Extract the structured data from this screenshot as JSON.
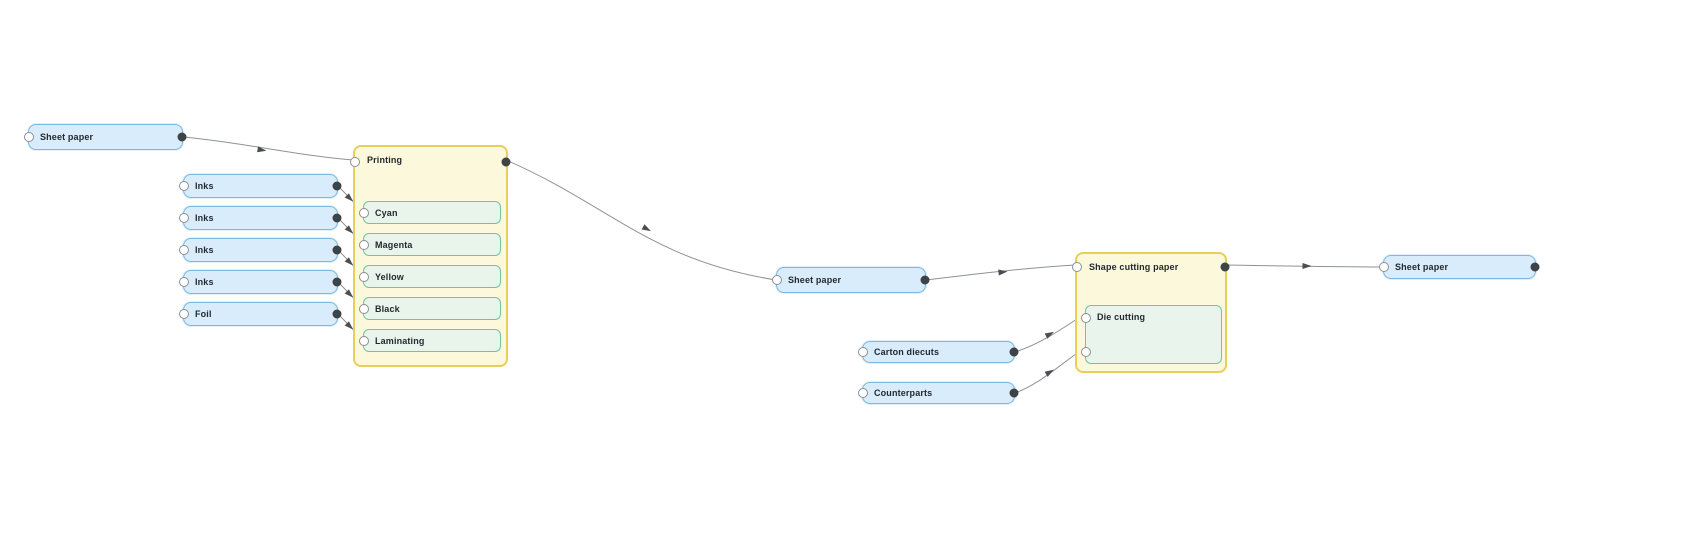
{
  "diagram": {
    "nodes": {
      "sheet_paper_1": "Sheet paper",
      "inks_1": "Inks",
      "inks_2": "Inks",
      "inks_3": "Inks",
      "inks_4": "Inks",
      "foil": "Foil",
      "printing": "Printing",
      "cyan": "Cyan",
      "magenta": "Magenta",
      "yellow": "Yellow",
      "black": "Black",
      "laminating": "Laminating",
      "sheet_paper_2": "Sheet paper",
      "carton_diecuts": "Carton diecuts",
      "counterparts": "Counterparts",
      "shape_cutting": "Shape cutting paper",
      "die_cutting": "Die cutting",
      "sheet_paper_3": "Sheet paper"
    },
    "edges": [
      {
        "from": "sheet_paper_1",
        "to": "printing"
      },
      {
        "from": "inks_1",
        "to": "cyan"
      },
      {
        "from": "inks_2",
        "to": "magenta"
      },
      {
        "from": "inks_3",
        "to": "yellow"
      },
      {
        "from": "inks_4",
        "to": "black"
      },
      {
        "from": "foil",
        "to": "laminating"
      },
      {
        "from": "printing",
        "to": "sheet_paper_2"
      },
      {
        "from": "sheet_paper_2",
        "to": "shape_cutting"
      },
      {
        "from": "carton_diecuts",
        "to": "die_cutting"
      },
      {
        "from": "counterparts",
        "to": "die_cutting"
      },
      {
        "from": "shape_cutting",
        "to": "sheet_paper_3"
      }
    ],
    "colors": {
      "material_fill": "#d8ecfc",
      "material_border": "#7cb8e4",
      "process_group_fill": "#fcf8dc",
      "process_group_border": "#e9cf5a",
      "operation_fill": "#e9f5ec",
      "operation_border": "#6fc59d",
      "edge": "#8e9297",
      "output_port": "#3e4347",
      "text": "#24292f",
      "background": "#ffffff"
    }
  }
}
